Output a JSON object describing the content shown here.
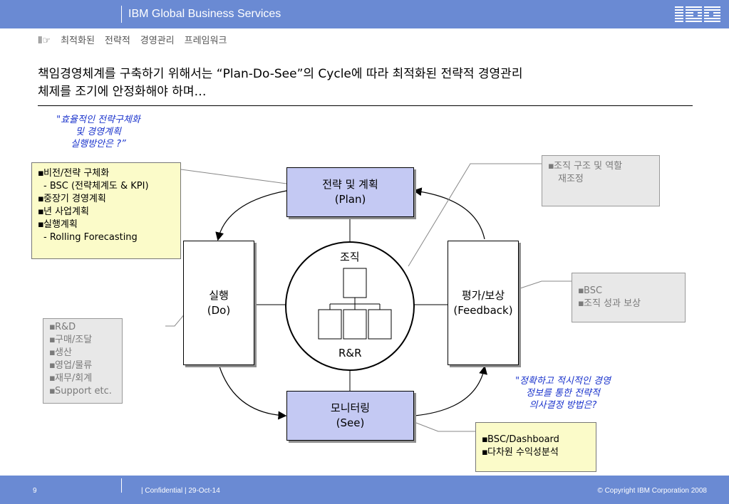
{
  "header": {
    "title": "IBM Global Business Services",
    "logo": "IBM"
  },
  "breadcrumb": {
    "icon": "Ⅱ☞",
    "items": [
      "최적화된",
      "전략적",
      "경영관리",
      "프레임워크"
    ]
  },
  "headline": {
    "line1": "책임경영체계를 구축하기 위해서는 “Plan-Do-See”의 Cycle에 따라 최적화된 전략적 경영관리",
    "line2": "체제를 조기에 안정화해야 하며…"
  },
  "questions": {
    "top_left": [
      "\"효율적인 전략구체화",
      "및 경영계획",
      "실행방안은 ?”"
    ],
    "bottom_right": [
      "\"정확하고 적시적인 경영",
      "정보를 통한 전략적",
      "의사결정 방법은?"
    ]
  },
  "cycle": {
    "plan": [
      "전략 및 계획",
      "(Plan)"
    ],
    "do": [
      "실행",
      "(Do)"
    ],
    "feedback": [
      "평가/보상",
      "(Feedback)"
    ],
    "see": [
      "모니터링",
      "(See)"
    ],
    "center_top": "조직",
    "center_bottom": "R&R"
  },
  "notes": {
    "plan_note": [
      "비전/전략 구체화",
      "- BSC (전략체계도 & KPI)",
      "중장기 경영계획",
      "년 사업계획",
      "실행계획",
      "- Rolling Forecasting"
    ],
    "org_note": [
      "조직 구조 및 역할",
      "재조정"
    ],
    "feedback_note": [
      "BSC",
      "조직 성과 보상"
    ],
    "do_note": [
      "R&D",
      "구매/조달",
      "생산",
      "영업/물류",
      "재무/회계",
      "Support etc."
    ],
    "see_note": [
      "BSC/Dashboard",
      "다차원 수익성분석"
    ]
  },
  "footer": {
    "page": "9",
    "confidential": "| Confidential  |  29-Oct-14",
    "copyright": "© Copyright IBM Corporation 2008"
  },
  "colors": {
    "header_bg": "#6a8ad3",
    "box_blue": "#c4c9f3",
    "note_yellow": "#fbfbc9",
    "note_gray": "#e8e8e8",
    "question_blue": "#1a33cc"
  }
}
